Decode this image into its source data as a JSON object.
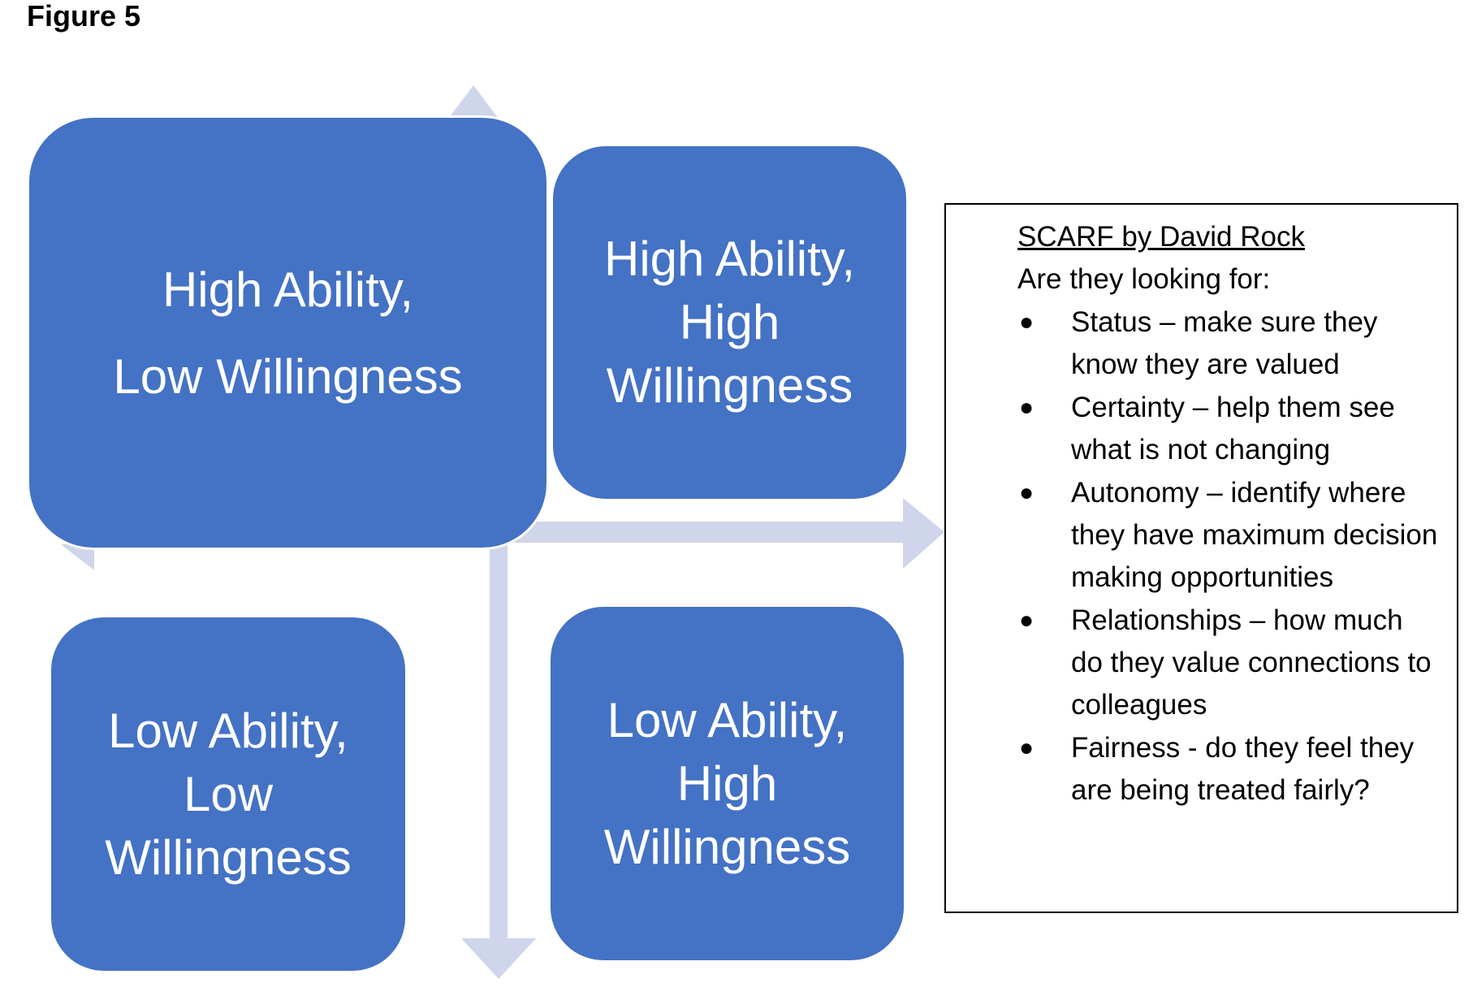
{
  "figure_label": "Figure 5",
  "quadrants": {
    "high_ability_low_willingness": "High Ability,\nLow Willingness",
    "high_ability_high_willingness": "High Ability,\nHigh\nWillingness",
    "low_ability_low_willingness": "Low Ability,\nLow\nWillingness",
    "low_ability_high_willingness": "Low Ability,\nHigh\nWillingness"
  },
  "scarf": {
    "title": "SCARF by David Rock",
    "intro": "Are they looking for:",
    "bullet_symbol": "●",
    "items": [
      "Status – make sure they know they are valued",
      "Certainty – help them see what is not changing",
      "Autonomy – identify where they have maximum decision making opportunities",
      "Relationships – how much do they value connections to colleagues",
      "Fairness - do they feel they are being treated fairly?"
    ]
  },
  "colors": {
    "quadrant_fill": "#4472c4",
    "arrow_fill": "#cfd5ea",
    "text_light": "#ffffff",
    "text_dark": "#000000"
  }
}
